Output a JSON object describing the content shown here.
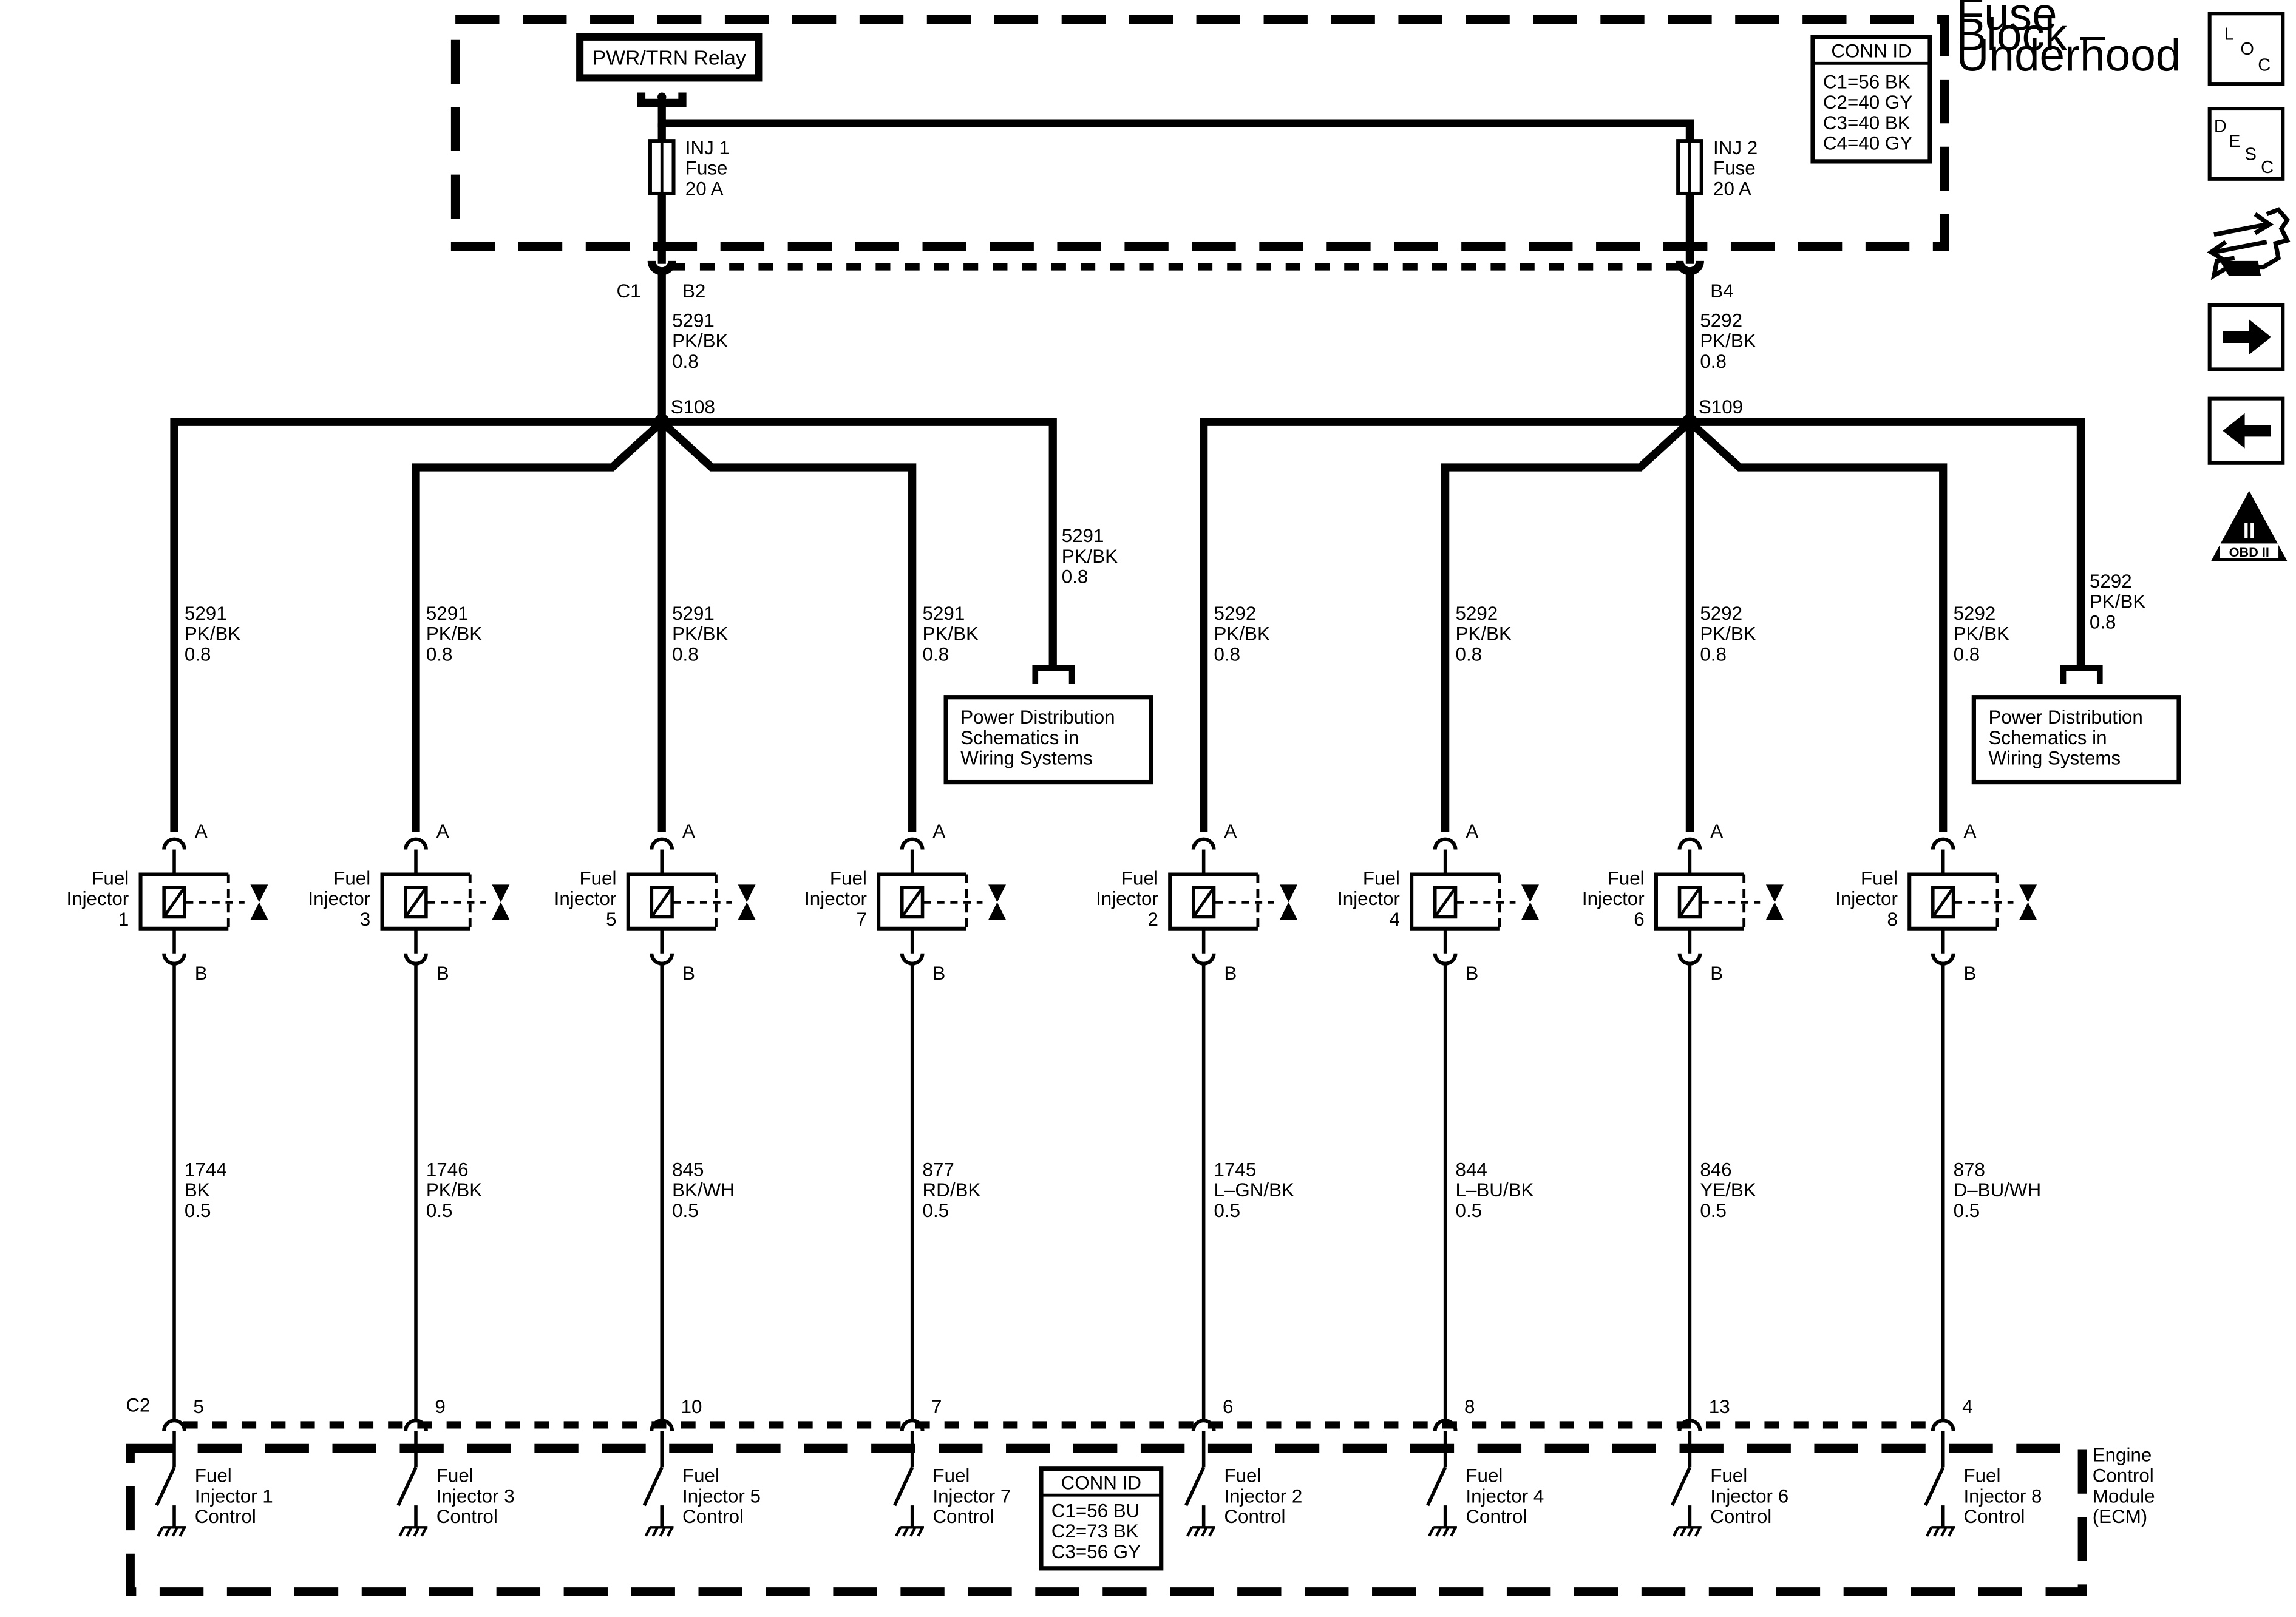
{
  "fuse_block": {
    "label": [
      "Fuse",
      "Block –",
      "Underhood"
    ],
    "relay": "PWR/TRN Relay",
    "conn_title": "CONN ID",
    "conn_items": [
      "C1=56 BK",
      "C2=40 GY",
      "C3=40 BK",
      "C4=40 GY"
    ],
    "fuses": [
      {
        "lines": [
          "INJ 1",
          "Fuse",
          "20 A"
        ],
        "pin": "B2",
        "conn": "C1"
      },
      {
        "lines": [
          "INJ 2",
          "Fuse",
          "20 A"
        ],
        "pin": "B4",
        "conn": ""
      }
    ]
  },
  "feeds": [
    {
      "wire": [
        "5291",
        "PK/BK",
        "0.8"
      ],
      "splice": "S108"
    },
    {
      "wire": [
        "5292",
        "PK/BK",
        "0.8"
      ],
      "splice": "S109"
    }
  ],
  "power_dist": [
    {
      "wire": [
        "5291",
        "PK/BK",
        "0.8"
      ],
      "lines": [
        "Power Distribution",
        "Schematics in",
        "Wiring Systems"
      ]
    },
    {
      "wire": [
        "5292",
        "PK/BK",
        "0.8"
      ],
      "lines": [
        "Power Distribution",
        "Schematics in",
        "Wiring Systems"
      ]
    }
  ],
  "injectors": [
    {
      "name": [
        "Fuel",
        "Injector",
        "1"
      ],
      "pin_a": "A",
      "pin_b": "B",
      "upper_wire": [
        "5291",
        "PK/BK",
        "0.8"
      ],
      "lower_wire": [
        "1744",
        "BK",
        "0.5"
      ],
      "ecm_pin": "5",
      "control": [
        "Fuel",
        "Injector 1",
        "Control"
      ]
    },
    {
      "name": [
        "Fuel",
        "Injector",
        "3"
      ],
      "pin_a": "A",
      "pin_b": "B",
      "upper_wire": [
        "5291",
        "PK/BK",
        "0.8"
      ],
      "lower_wire": [
        "1746",
        "PK/BK",
        "0.5"
      ],
      "ecm_pin": "9",
      "control": [
        "Fuel",
        "Injector 3",
        "Control"
      ]
    },
    {
      "name": [
        "Fuel",
        "Injector",
        "5"
      ],
      "pin_a": "A",
      "pin_b": "B",
      "upper_wire": [
        "5291",
        "PK/BK",
        "0.8"
      ],
      "lower_wire": [
        "845",
        "BK/WH",
        "0.5"
      ],
      "ecm_pin": "10",
      "control": [
        "Fuel",
        "Injector 5",
        "Control"
      ]
    },
    {
      "name": [
        "Fuel",
        "Injector",
        "7"
      ],
      "pin_a": "A",
      "pin_b": "B",
      "upper_wire": [
        "5291",
        "PK/BK",
        "0.8"
      ],
      "lower_wire": [
        "877",
        "RD/BK",
        "0.5"
      ],
      "ecm_pin": "7",
      "control": [
        "Fuel",
        "Injector 7",
        "Control"
      ]
    },
    {
      "name": [
        "Fuel",
        "Injector",
        "2"
      ],
      "pin_a": "A",
      "pin_b": "B",
      "upper_wire": [
        "5292",
        "PK/BK",
        "0.8"
      ],
      "lower_wire": [
        "1745",
        "L–GN/BK",
        "0.5"
      ],
      "ecm_pin": "6",
      "control": [
        "Fuel",
        "Injector 2",
        "Control"
      ]
    },
    {
      "name": [
        "Fuel",
        "Injector",
        "4"
      ],
      "pin_a": "A",
      "pin_b": "B",
      "upper_wire": [
        "5292",
        "PK/BK",
        "0.8"
      ],
      "lower_wire": [
        "844",
        "L–BU/BK",
        "0.5"
      ],
      "ecm_pin": "8",
      "control": [
        "Fuel",
        "Injector 4",
        "Control"
      ]
    },
    {
      "name": [
        "Fuel",
        "Injector",
        "6"
      ],
      "pin_a": "A",
      "pin_b": "B",
      "upper_wire": [
        "5292",
        "PK/BK",
        "0.8"
      ],
      "lower_wire": [
        "846",
        "YE/BK",
        "0.5"
      ],
      "ecm_pin": "13",
      "control": [
        "Fuel",
        "Injector 6",
        "Control"
      ]
    },
    {
      "name": [
        "Fuel",
        "Injector",
        "8"
      ],
      "pin_a": "A",
      "pin_b": "B",
      "upper_wire": [
        "5292",
        "PK/BK",
        "0.8"
      ],
      "lower_wire": [
        "878",
        "D–BU/WH",
        "0.5"
      ],
      "ecm_pin": "4",
      "control": [
        "Fuel",
        "Injector 8",
        "Control"
      ]
    }
  ],
  "ecm": {
    "label": [
      "Engine",
      "Control",
      "Module",
      "(ECM)"
    ],
    "conn_label": "C2",
    "conn_title": "CONN ID",
    "conn_items": [
      "C1=56 BU",
      "C2=73 BK",
      "C3=56 GY"
    ]
  },
  "toolbar": {
    "loc": [
      "L",
      "O",
      "C"
    ],
    "desc": [
      "D",
      "E",
      "S",
      "C"
    ],
    "obd": [
      "II",
      "OBD II"
    ],
    "buttons": [
      {
        "icon": "loc-icon"
      },
      {
        "icon": "desc-icon"
      },
      {
        "icon": "connector-repair-icon"
      },
      {
        "icon": "arrow-right-icon"
      },
      {
        "icon": "arrow-left-icon"
      },
      {
        "icon": "obd-ii-icon"
      }
    ]
  }
}
